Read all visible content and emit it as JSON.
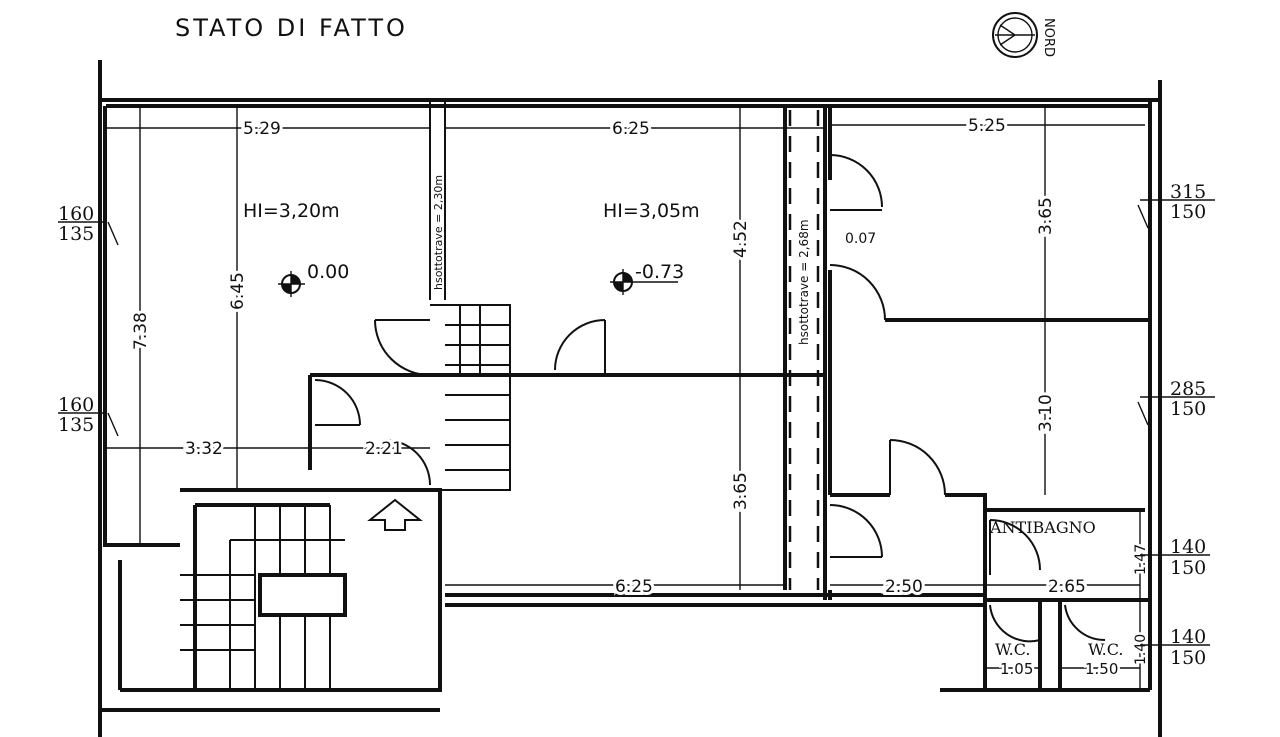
{
  "title": "STATO DI FATTO",
  "north_label": "NORD",
  "rooms": {
    "room1_height": "HI=3,20m",
    "room1_level": "0.00",
    "room2_height": "HI=3,05m",
    "room2_level": "-0.73",
    "beam1": "hsottotrave = 2,30m",
    "beam2": "hsottotrave = 2,68m",
    "antibagno": "ANTIBAGNO",
    "wc1": "W.C.",
    "wc2": "W.C."
  },
  "dimensions": {
    "top1": "5.29",
    "top2": "6.25",
    "top3": "5.25",
    "v1": "7.38",
    "v2": "6.45",
    "v3": "4.52",
    "v4": "3.65",
    "v5": "3.10",
    "v6": "3.65",
    "h1": "3.32",
    "h2": "2.21",
    "bottom1": "6.25",
    "b2": "2.50",
    "b3": "2.65",
    "v7": "1.47",
    "v8": "1.40",
    "wc1w": "1.05",
    "wc2w": "1.50",
    "gap": "0.07"
  },
  "windows": [
    {
      "top": "160",
      "bottom": "135"
    },
    {
      "top": "160",
      "bottom": "135"
    },
    {
      "top": "315",
      "bottom": "150"
    },
    {
      "top": "285",
      "bottom": "150"
    },
    {
      "top": "140",
      "bottom": "150"
    },
    {
      "top": "140",
      "bottom": "150"
    }
  ]
}
